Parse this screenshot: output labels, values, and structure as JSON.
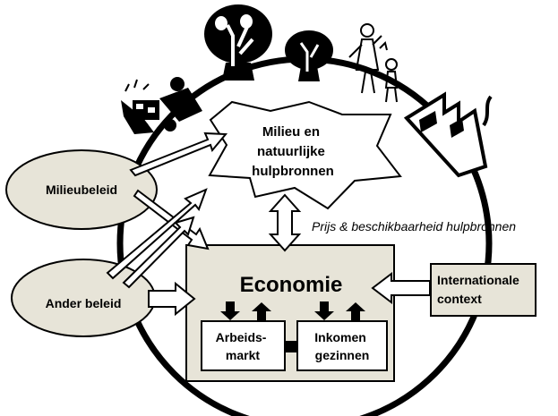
{
  "environment": {
    "line1": "Milieu en",
    "line2": "natuurlijke",
    "line3": "hulpbronnen"
  },
  "economy": {
    "title": "Economie",
    "labour_market": {
      "line1": "Arbeids-",
      "line2": "markt"
    },
    "household_income": {
      "line1": "Inkomen",
      "line2": "gezinnen"
    }
  },
  "environmental_policy": "Milieubeleid",
  "other_policy": "Ander beleid",
  "international_context": {
    "line1": "Internationale",
    "line2": "context"
  },
  "prices_availability": "Prijs & beschikbaarheid hulpbronnen",
  "colors": {
    "fill": "#e7e4d8",
    "stroke": "#000000",
    "box": "#ffffff"
  },
  "icons": [
    "landfill-truck-icon",
    "tree-icon",
    "tree-icon",
    "tree-icon",
    "family-icon",
    "factory-icon"
  ]
}
